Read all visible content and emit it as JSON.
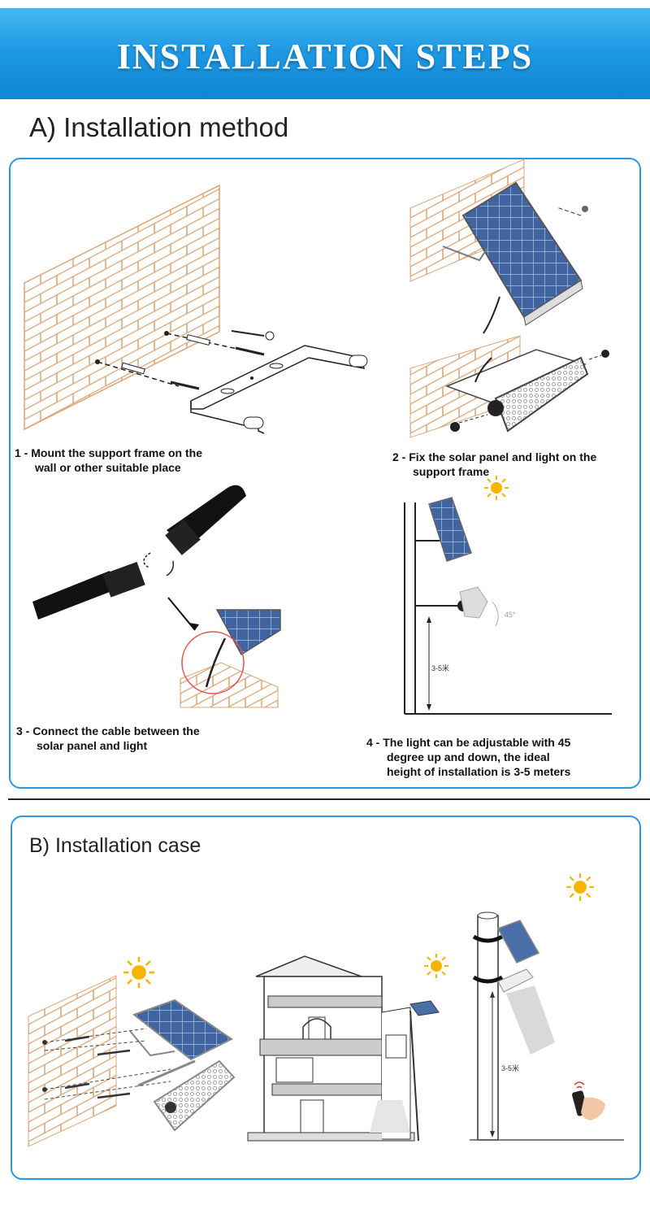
{
  "banner": {
    "title": "INSTALLATION STEPS",
    "color": "#1f9ae4"
  },
  "section_a": {
    "heading": "A)  Installation method",
    "steps": [
      {
        "line1": "1 - Mount the support frame on the",
        "line2": "wall or other suitable place"
      },
      {
        "line1": "2 - Fix the solar panel and light on the",
        "line2": "support frame"
      },
      {
        "line1": "3 - Connect the cable between the",
        "line2": "solar panel and light"
      },
      {
        "line1": "4 - The light can be adjustable with 45",
        "line2": "degree up and down, the ideal",
        "line3": "height of installation is 3-5 meters"
      }
    ],
    "angle_label": "45°",
    "height_label": "3-5米"
  },
  "section_b": {
    "heading": "B) Installation case",
    "height_label": "3-5米"
  },
  "colors": {
    "brick": "#d9a87a",
    "panel_blue": "#4a6fa8",
    "accent_border": "#2d96e0",
    "sun": "#f5b400"
  },
  "icons": [
    "brick-wall-icon",
    "solar-panel-icon",
    "sun-icon",
    "screw-icon",
    "cable-connector-icon",
    "flood-light-icon",
    "house-icon",
    "pole-icon",
    "remote-control-icon"
  ]
}
